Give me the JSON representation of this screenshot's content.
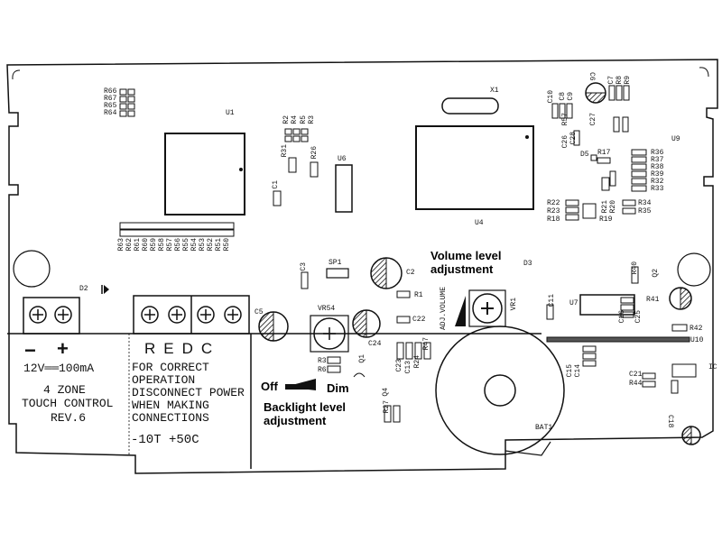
{
  "annotations": {
    "volume_line1": "Volume level",
    "volume_line2": "adjustment",
    "backlight_line1": "Backlight level",
    "backlight_line2": "adjustment",
    "off": "Off",
    "dim": "Dim"
  },
  "terminal_text": {
    "minus": "−",
    "plus": "+",
    "redc": "REDC",
    "voltage": "12V══100mA",
    "zone": "4 ZONE",
    "touch": "TOUCH CONTROL",
    "rev": "REV.6",
    "warn1": "FOR CORRECT",
    "warn2": "OPERATION",
    "warn3": "DISCONNECT POWER",
    "warn4": "WHEN MAKING",
    "warn5": "CONNECTIONS",
    "temp": "-10T  +50C"
  },
  "chips": {
    "u1": "U1",
    "u4": "U4",
    "u6": "U6",
    "u7": "U7",
    "u9": "U9",
    "u10": "U10",
    "x1": "X1",
    "sp1": "SP1",
    "bat1": "BAT1",
    "vr54": "VR54",
    "vr1": "VR1",
    "adj_volume": "ADJ.VOLUME",
    "d3": "D3",
    "d5": "D5",
    "q1": "Q1",
    "q2": "Q2",
    "q4": "Q4",
    "ic": "IC",
    "d2": "D2"
  },
  "resistors_top_left": [
    "R66",
    "R67",
    "R65",
    "R64"
  ],
  "resistors_mid": [
    "R2",
    "R4",
    "R5",
    "R3"
  ],
  "resistors_row": [
    "R63",
    "R62",
    "R61",
    "R60",
    "R59",
    "R58",
    "R57",
    "R56",
    "R55",
    "R54",
    "R53",
    "R52",
    "R51",
    "R50"
  ],
  "resistors_right": [
    "R36",
    "R37",
    "R38",
    "R39",
    "R32",
    "R33"
  ],
  "resistors_right_mid": [
    "R22",
    "R23",
    "R18",
    "R19",
    "R34",
    "R35"
  ],
  "caps": {
    "c1": "C1",
    "c2": "C2",
    "c3": "C3",
    "c5": "C5",
    "c6": "C6",
    "c7": "C7",
    "c8": "C8",
    "c9": "C9",
    "c10": "C10",
    "c11": "C11",
    "c13": "C13",
    "c14": "C14",
    "c15": "C15",
    "c16": "C16",
    "c18": "C18",
    "c21": "C21",
    "c22": "C22",
    "c23": "C23",
    "c24": "C24",
    "c25": "C25",
    "c26": "C26",
    "c27": "C27",
    "c28": "C28"
  },
  "misc_resistors": {
    "r1": "R1",
    "r3": "R3",
    "r6": "R6",
    "r8": "R8",
    "r9": "R9",
    "r17": "R17",
    "r21": "R21",
    "r24": "R24",
    "r26": "R26",
    "r27": "R27",
    "r31": "R31",
    "r40": "R40",
    "r41": "R41",
    "r42": "R42",
    "r44": "R44",
    "r47": "R47",
    "r57b": "R57",
    "r20": "R20"
  }
}
